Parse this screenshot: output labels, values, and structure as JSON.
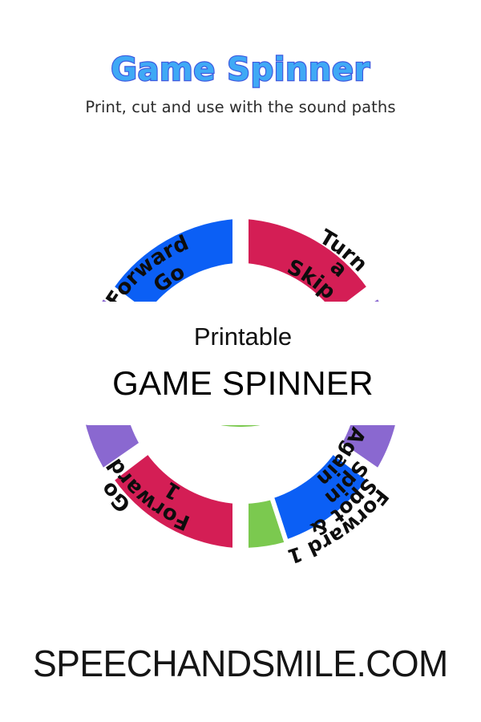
{
  "header": {
    "title": "Game Spinner",
    "subtitle": "Print, cut and use with the sound paths"
  },
  "center_card": {
    "eyebrow": "Printable",
    "headline": "GAME SPINNER"
  },
  "footer": {
    "url": "SPEECHANDSMILE.COM"
  },
  "spinner": {
    "segment_count": 7,
    "segments": [
      {
        "id": "go-forward-top",
        "label": "Go Forward",
        "label_lines": [
          "Go",
          "Forward"
        ],
        "color": "#0B5FF5",
        "color_name": "blue",
        "start_angle": -90,
        "end_angle": -28,
        "text_orientation": "curved-upright"
      },
      {
        "id": "skip-a-turn",
        "label": "Skip a Turn",
        "label_lines": [
          "Skip",
          "a",
          "Turn"
        ],
        "color": "#D41E55",
        "color_name": "crimson",
        "start_angle": -26,
        "end_angle": 36,
        "text_orientation": "curved-upright"
      },
      {
        "id": "purple-right",
        "label": "",
        "label_lines": [],
        "color": "#8A68D0",
        "color_name": "purple",
        "start_angle": 38,
        "end_angle": 100,
        "text_orientation": "hidden-behind-card"
      },
      {
        "id": "forward-1-spot-spin-again",
        "label": "Forward 1 Spot & Spin Again",
        "label_lines": [
          "Forward 1",
          "Spot &",
          "Spin",
          "Again"
        ],
        "color": "#0B5FF5",
        "color_name": "blue",
        "start_angle": 102,
        "end_angle": 164,
        "text_orientation": "curved-inverted"
      },
      {
        "id": "green-bottom",
        "label": "",
        "label_lines": [],
        "color": "#7BC94F",
        "color_name": "green",
        "start_angle": 166,
        "end_angle": 194,
        "text_orientation": "hidden-behind-card"
      },
      {
        "id": "go-forward-1",
        "label": "Go Forward 1",
        "label_lines": [
          "1",
          "Forward",
          "Go"
        ],
        "color": "#D41E55",
        "color_name": "crimson",
        "start_angle": 196,
        "end_angle": 258,
        "text_orientation": "curved-inverted"
      },
      {
        "id": "purple-left",
        "label": "",
        "label_lines": [],
        "color": "#8A68D0",
        "color_name": "purple",
        "start_angle": 260,
        "end_angle": 322,
        "text_orientation": "hidden-behind-card"
      }
    ]
  },
  "colors": {
    "blue": "#0B5FF5",
    "crimson": "#D41E55",
    "purple": "#8A68D0",
    "green": "#7BC94F",
    "title_fill": "#3FA9F5",
    "title_stroke": "#3E5AE0",
    "background": "#FFFFFF",
    "text": "#111111"
  }
}
